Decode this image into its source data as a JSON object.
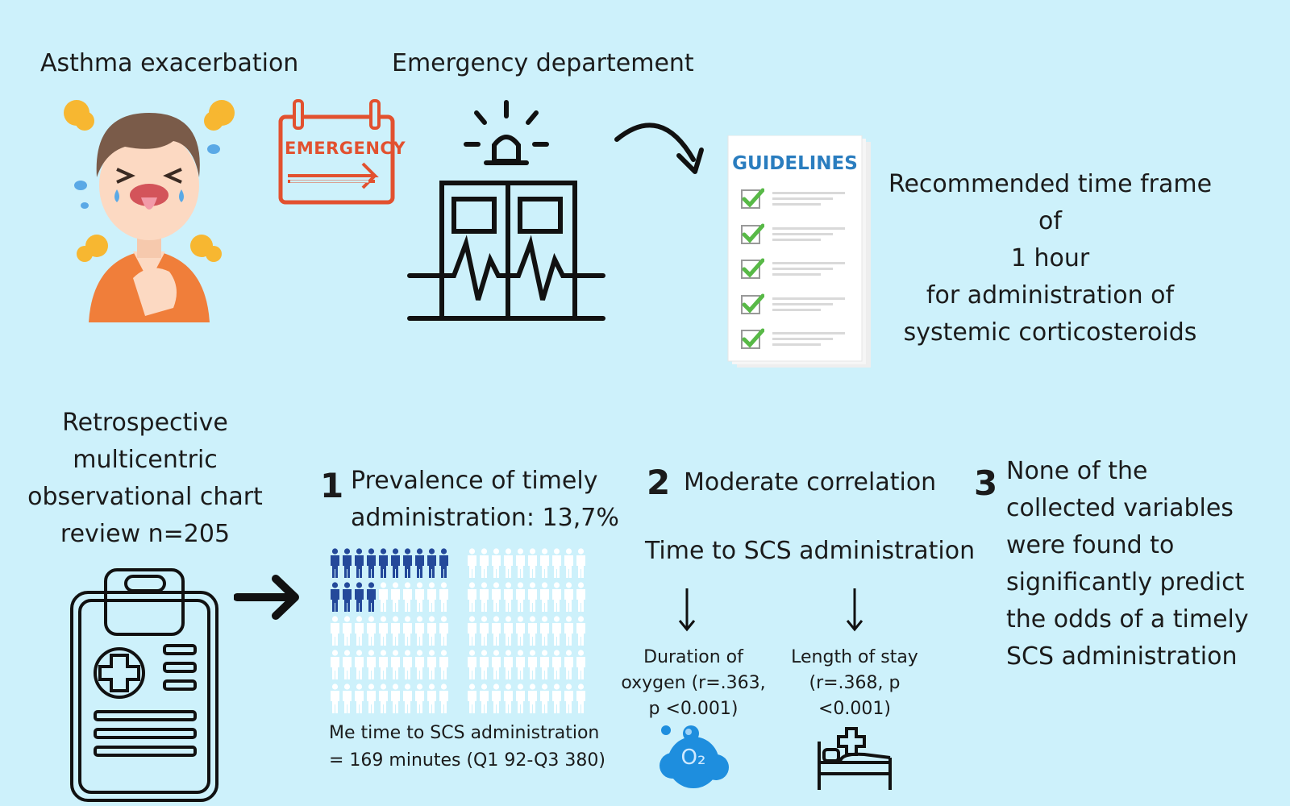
{
  "top": {
    "asthma_label": "Asthma exacerbation",
    "emergency_label": "Emergency departement",
    "emergency_sign_text": "EMERGENCY",
    "guidelines_title": "GUIDELINES",
    "recommendation_lines": [
      "Recommended time frame of",
      "1 hour",
      "for administration of",
      "systemic corticosteroids"
    ]
  },
  "study": {
    "lines": [
      "Retrospective",
      "multicentric",
      "observational chart",
      "review n=205"
    ]
  },
  "finding1": {
    "number": "1",
    "lines": [
      "Prevalence of timely",
      "administration: 13,7%"
    ],
    "timely_fraction": 0.137,
    "median_lines": [
      "Me time to SCS administration",
      "= 169 minutes (Q1 92-Q3 380)"
    ],
    "highlight_color": "#24499a",
    "other_color": "#ffffff"
  },
  "finding2": {
    "number": "2",
    "title": "Moderate correlation",
    "subtitle": "Time to SCS administration",
    "left_lines": [
      "Duration of",
      "oxygen (r=.363,",
      "p <0.001)"
    ],
    "right_lines": [
      "Length of stay",
      "(r=.368, p",
      "<0.001)"
    ],
    "oxygen_text": "O₂"
  },
  "finding3": {
    "number": "3",
    "lines": [
      "None of the",
      "collected variables",
      "were found to",
      "significantly predict",
      "the odds of a timely",
      "SCS administration"
    ]
  },
  "colors": {
    "background": "#cdf1fb",
    "emergency_red": "#e2512f",
    "guidelines_blue": "#2a7dbf",
    "check_green": "#58b947"
  }
}
